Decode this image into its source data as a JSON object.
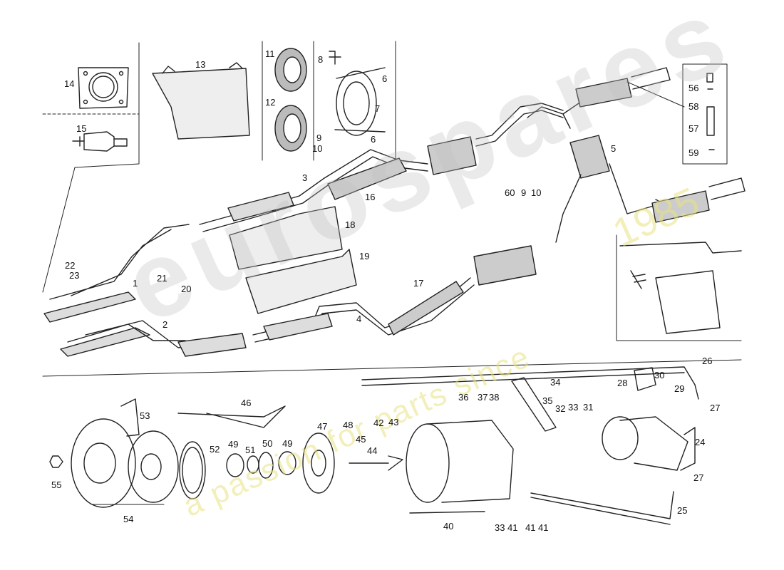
{
  "watermark": {
    "brand": "eurospares",
    "tagline": "a passion for parts since",
    "year": "1985"
  },
  "callouts": [
    {
      "id": "c14",
      "text": "14"
    },
    {
      "id": "c15",
      "text": "15"
    },
    {
      "id": "c13",
      "text": "13"
    },
    {
      "id": "c11",
      "text": "11"
    },
    {
      "id": "c12",
      "text": "12"
    },
    {
      "id": "c8",
      "text": "8"
    },
    {
      "id": "c6a",
      "text": "6"
    },
    {
      "id": "c7",
      "text": "7"
    },
    {
      "id": "c9a",
      "text": "9"
    },
    {
      "id": "c10a",
      "text": "10"
    },
    {
      "id": "c6b",
      "text": "6"
    },
    {
      "id": "c56",
      "text": "56"
    },
    {
      "id": "c58",
      "text": "58"
    },
    {
      "id": "c57",
      "text": "57"
    },
    {
      "id": "c59",
      "text": "59"
    },
    {
      "id": "c5",
      "text": "5"
    },
    {
      "id": "c3",
      "text": "3"
    },
    {
      "id": "c16",
      "text": "16"
    },
    {
      "id": "c60",
      "text": "60"
    },
    {
      "id": "c9b",
      "text": "9"
    },
    {
      "id": "c10b",
      "text": "10"
    },
    {
      "id": "c18",
      "text": "18"
    },
    {
      "id": "c19",
      "text": "19"
    },
    {
      "id": "c22",
      "text": "22"
    },
    {
      "id": "c23",
      "text": "23"
    },
    {
      "id": "c1",
      "text": "1"
    },
    {
      "id": "c21",
      "text": "21"
    },
    {
      "id": "c20",
      "text": "20"
    },
    {
      "id": "c2",
      "text": "2"
    },
    {
      "id": "c17",
      "text": "17"
    },
    {
      "id": "c4",
      "text": "4"
    },
    {
      "id": "c26",
      "text": "26"
    },
    {
      "id": "c36",
      "text": "36"
    },
    {
      "id": "c37",
      "text": "37"
    },
    {
      "id": "c38",
      "text": "38"
    },
    {
      "id": "c34",
      "text": "34"
    },
    {
      "id": "c35",
      "text": "35"
    },
    {
      "id": "c32",
      "text": "32"
    },
    {
      "id": "c33a",
      "text": "33"
    },
    {
      "id": "c31",
      "text": "31"
    },
    {
      "id": "c28",
      "text": "28"
    },
    {
      "id": "c30",
      "text": "30"
    },
    {
      "id": "c29",
      "text": "29"
    },
    {
      "id": "c27a",
      "text": "27"
    },
    {
      "id": "c24",
      "text": "24"
    },
    {
      "id": "c27b",
      "text": "27"
    },
    {
      "id": "c25",
      "text": "25"
    },
    {
      "id": "c46",
      "text": "46"
    },
    {
      "id": "c53",
      "text": "53"
    },
    {
      "id": "c48",
      "text": "48"
    },
    {
      "id": "c42",
      "text": "42"
    },
    {
      "id": "c43",
      "text": "43"
    },
    {
      "id": "c45",
      "text": "45"
    },
    {
      "id": "c47",
      "text": "47"
    },
    {
      "id": "c44",
      "text": "44"
    },
    {
      "id": "c49a",
      "text": "49"
    },
    {
      "id": "c52",
      "text": "52"
    },
    {
      "id": "c51",
      "text": "51"
    },
    {
      "id": "c50",
      "text": "50"
    },
    {
      "id": "c49b",
      "text": "49"
    },
    {
      "id": "c55",
      "text": "55"
    },
    {
      "id": "c54",
      "text": "54"
    },
    {
      "id": "c40",
      "text": "40"
    },
    {
      "id": "c33b",
      "text": "33"
    },
    {
      "id": "c41a",
      "text": "41"
    },
    {
      "id": "c41b",
      "text": "41"
    },
    {
      "id": "c41c",
      "text": "41"
    }
  ]
}
